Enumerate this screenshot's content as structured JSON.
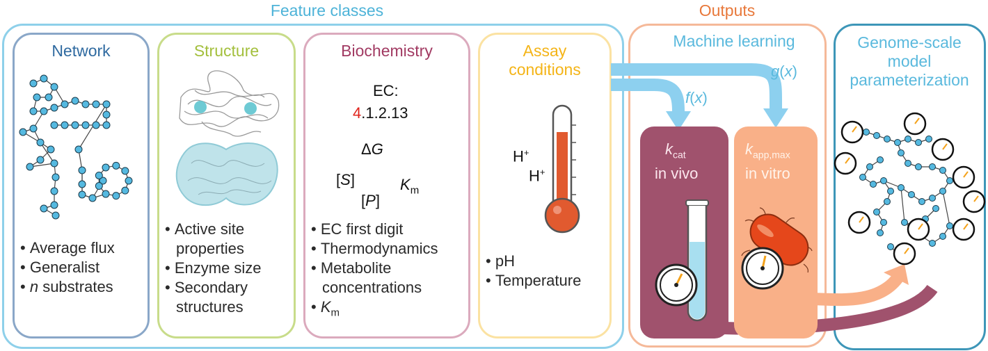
{
  "groups": {
    "features_title": "Feature classes",
    "outputs_title": "Outputs",
    "ml_title": "Machine learning",
    "genome_title": [
      "Genome-scale",
      "model",
      "parameterization"
    ]
  },
  "panels": {
    "network": {
      "title": "Network",
      "bullets": [
        "Average flux",
        "Generalist"
      ],
      "bullet3_italic": "n",
      "bullet3_rest": " substrates"
    },
    "structure": {
      "title": "Structure",
      "bullets": [
        "Active site",
        "properties",
        "Enzyme size",
        "Secondary",
        "structures"
      ]
    },
    "biochemistry": {
      "title": "Biochemistry",
      "ec_label": "EC:",
      "ec_first_digit": "4",
      "ec_rest": ".1.2.13",
      "delta": "Δ",
      "g": "G",
      "s": "S",
      "p": "P",
      "k": "K",
      "m_sub": "m",
      "bullets": [
        "EC first digit",
        "Thermodynamics",
        "Metabolite",
        "concentrations"
      ]
    },
    "assay": {
      "title": [
        "Assay",
        "conditions"
      ],
      "h1": "H",
      "h2": "H",
      "plus": "+",
      "bullets": [
        "pH",
        "Temperature"
      ]
    }
  },
  "outputs": {
    "f_label": "f",
    "g_label": "g",
    "x_label": "x",
    "kcat_k": "k",
    "kcat_sub": "cat",
    "kcat_where": "in vivo",
    "kapp_k": "k",
    "kapp_sub": "app,max",
    "kapp_where": "in vitro"
  },
  "colors": {
    "features_border": "#8ed0ea",
    "features_title": "#4db3d8",
    "outputs": "#e8783a",
    "outputs_border": "#f5b999",
    "ml_title": "#5ab9dd",
    "genome_border": "#3d96b8",
    "genome_title": "#5ab9dd",
    "network": "#8aa7c8",
    "network_title": "#2f6aa0",
    "structure": "#c8dc8a",
    "structure_title": "#a3bf3c",
    "biochem": "#dbaabd",
    "biochem_title": "#a13a62",
    "assay": "#fbe2a2",
    "assay_title": "#f4b417",
    "kcat_bg": "#a0526d",
    "kapp_bg": "#f9b088",
    "node": "#55b9e0",
    "arrow_blue": "#8dd0ef",
    "ec_red": "#e0231b"
  }
}
